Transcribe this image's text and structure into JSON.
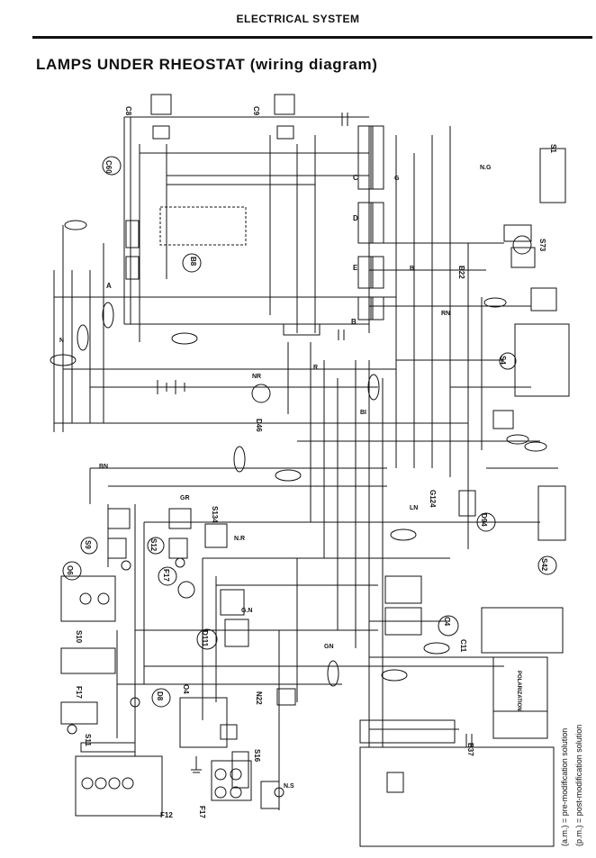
{
  "header": "ELECTRICAL SYSTEM",
  "title_main": "LAMPS UNDER RHEOSTAT",
  "title_sub": "(wiring diagram)",
  "legend": {
    "pre": "(a.m.) = pre-modification solution",
    "post": "(p.m.) = post-modification solution"
  },
  "components": {
    "c1": "C8",
    "c2": "C9",
    "c3": "C60",
    "c4": "A",
    "c5": "B",
    "c6": "C",
    "c7": "D",
    "c8": "E",
    "c9": "S73",
    "c10": "S1",
    "c11": "S4",
    "c12": "S42",
    "c13": "D46",
    "c14": "B22",
    "c15": "O6",
    "c16": "S9",
    "c17": "S12",
    "c18": "F17",
    "c19": "D111",
    "c20": "S10",
    "c21": "F17",
    "c22": "S11",
    "c23": "O4",
    "c24": "N22",
    "c25": "D8",
    "c26": "S16",
    "c27": "F17",
    "c28": "F12",
    "c29": "D94",
    "c30": "C4",
    "c31": "C11",
    "c32": "B37",
    "c33": "POLARIZATION",
    "c34": "S134",
    "c35": "G124",
    "c36": "B8"
  },
  "wire_labels": [
    "N",
    "BN",
    "NR",
    "GN",
    "GR",
    "BI",
    "RN",
    "LN",
    "N.G",
    "G",
    "B",
    "R",
    "N.R",
    "G.N",
    "N.S"
  ]
}
